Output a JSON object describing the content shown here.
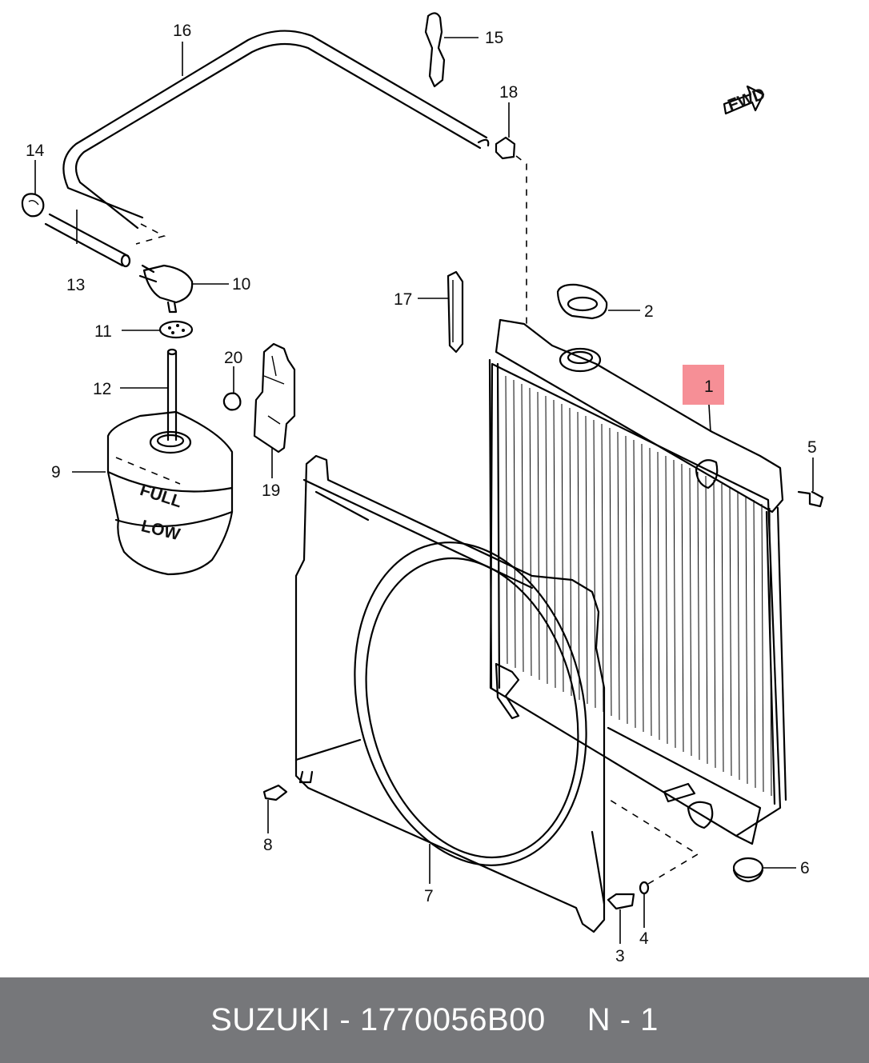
{
  "diagram": {
    "fwd_label": "FWD",
    "tank_full": "FULL",
    "tank_low": "LOW",
    "callouts": [
      {
        "id": "c1",
        "text": "1"
      },
      {
        "id": "c2",
        "text": "2"
      },
      {
        "id": "c3",
        "text": "3"
      },
      {
        "id": "c4",
        "text": "4"
      },
      {
        "id": "c5",
        "text": "5"
      },
      {
        "id": "c6",
        "text": "6"
      },
      {
        "id": "c7",
        "text": "7"
      },
      {
        "id": "c8",
        "text": "8"
      },
      {
        "id": "c9",
        "text": "9"
      },
      {
        "id": "c10",
        "text": "10"
      },
      {
        "id": "c11",
        "text": "11"
      },
      {
        "id": "c12",
        "text": "12"
      },
      {
        "id": "c13",
        "text": "13"
      },
      {
        "id": "c14",
        "text": "14"
      },
      {
        "id": "c15",
        "text": "15"
      },
      {
        "id": "c16",
        "text": "16"
      },
      {
        "id": "c17",
        "text": "17"
      },
      {
        "id": "c18",
        "text": "18"
      },
      {
        "id": "c19",
        "text": "19"
      },
      {
        "id": "c20",
        "text": "20"
      }
    ]
  },
  "footer": {
    "brand_part": "SUZUKI - 1770056B00",
    "ref": "N - 1"
  }
}
